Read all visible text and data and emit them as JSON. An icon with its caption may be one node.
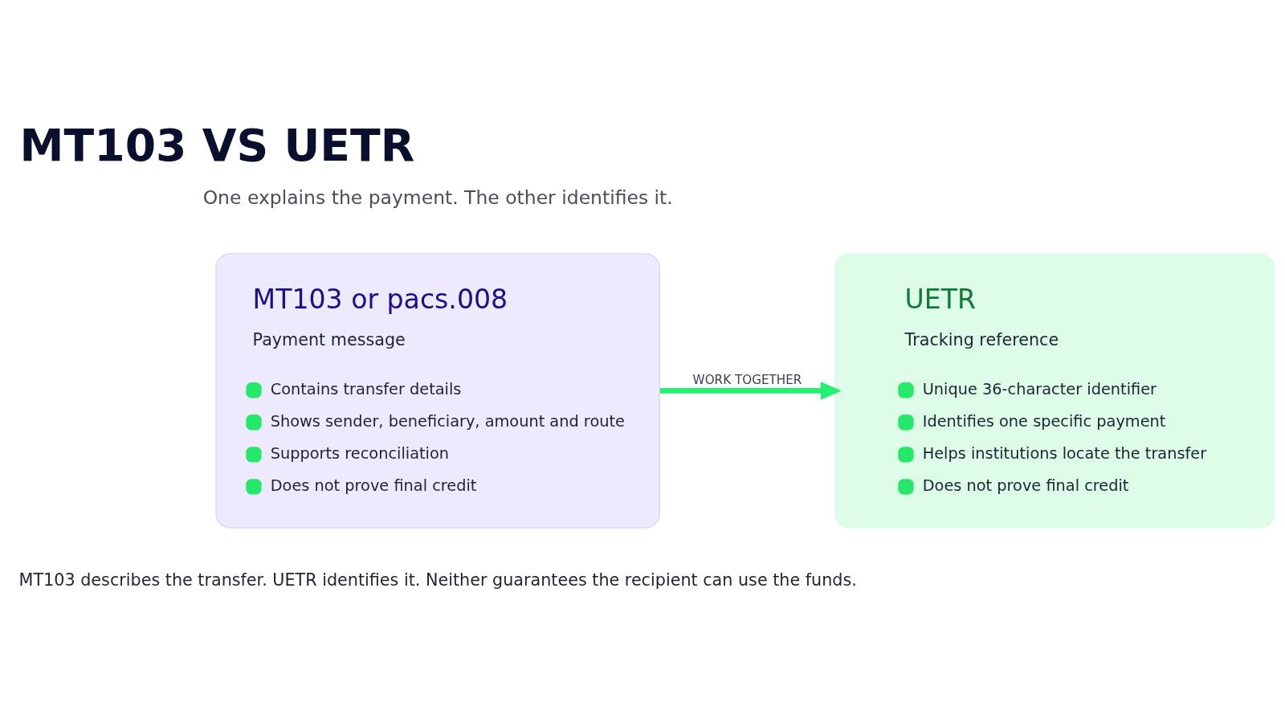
{
  "diagram": {
    "title": "MT103 VS UETR",
    "caption": "MT103 describes the transfer. UETR identifies it. Neither guarantees the recipient can use the funds.",
    "nodes": [
      {
        "text": [
          "MT103 or pacs.008",
          "Payment message",
          "Contains transfer details",
          "Shows sender, beneficiary, amount and route",
          "Supports reconciliation",
          "Does not prove final credit"
        ]
      },
      {
        "text": [
          "UETR",
          "Tracking reference",
          "Unique 36-character identifier",
          "Identifies one specific payment",
          "Helps institutions locate the transfer",
          "Does not prove final credit"
        ]
      }
    ],
    "edges": [
      {
        "from": 0,
        "to": 1,
        "arrow": "to",
        "label": "WORK TOGETHER"
      }
    ],
    "labels": [
      "One explains the payment. The other identifies it."
    ]
  }
}
